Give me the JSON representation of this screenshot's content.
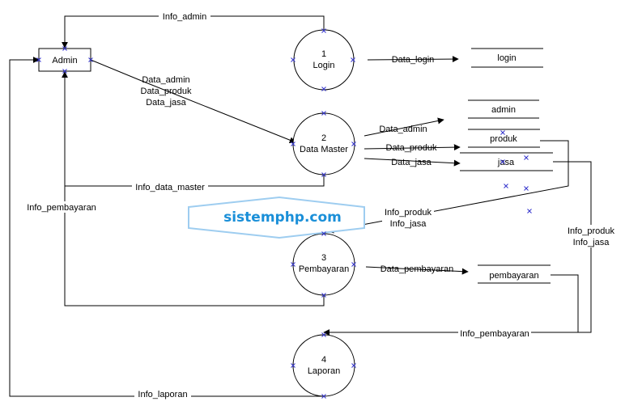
{
  "entities": {
    "admin": "Admin"
  },
  "processes": {
    "login": {
      "num": "1",
      "name": "Login"
    },
    "master": {
      "num": "2",
      "name": "Data Master"
    },
    "pembayaran": {
      "num": "3",
      "name": "Pembayaran"
    },
    "laporan": {
      "num": "4",
      "name": "Laporan"
    }
  },
  "stores": {
    "login": "login",
    "admin": "admin",
    "produk": "produk",
    "jasa": "jasa",
    "pembayaran": "pembayaran"
  },
  "flows": {
    "info_admin": "Info_admin",
    "data_login": "Data_login",
    "admin_to_master_1": "Data_admin",
    "admin_to_master_2": "Data_produk",
    "admin_to_master_3": "Data_jasa",
    "data_admin": "Data_admin",
    "data_produk": "Data_produk",
    "data_jasa": "Data_jasa",
    "info_data_master": "Info_data_master",
    "info_pembayaran_left": "Info_pembayaran",
    "info_produk_1": "Info_produk",
    "info_jasa_1": "Info_jasa",
    "info_produk_2": "Info_produk",
    "info_jasa_2": "Info_jasa",
    "data_pembayaran": "Data_pembayaran",
    "info_pembayaran_bottom": "Info_pembayaran",
    "info_laporan": "Info_laporan"
  },
  "watermark": "sistemphp.com",
  "colors": {
    "line": "#000000",
    "marker": "#3333cc",
    "watermark": "#1a8fd8",
    "watermark_bg": "#ffffff"
  }
}
